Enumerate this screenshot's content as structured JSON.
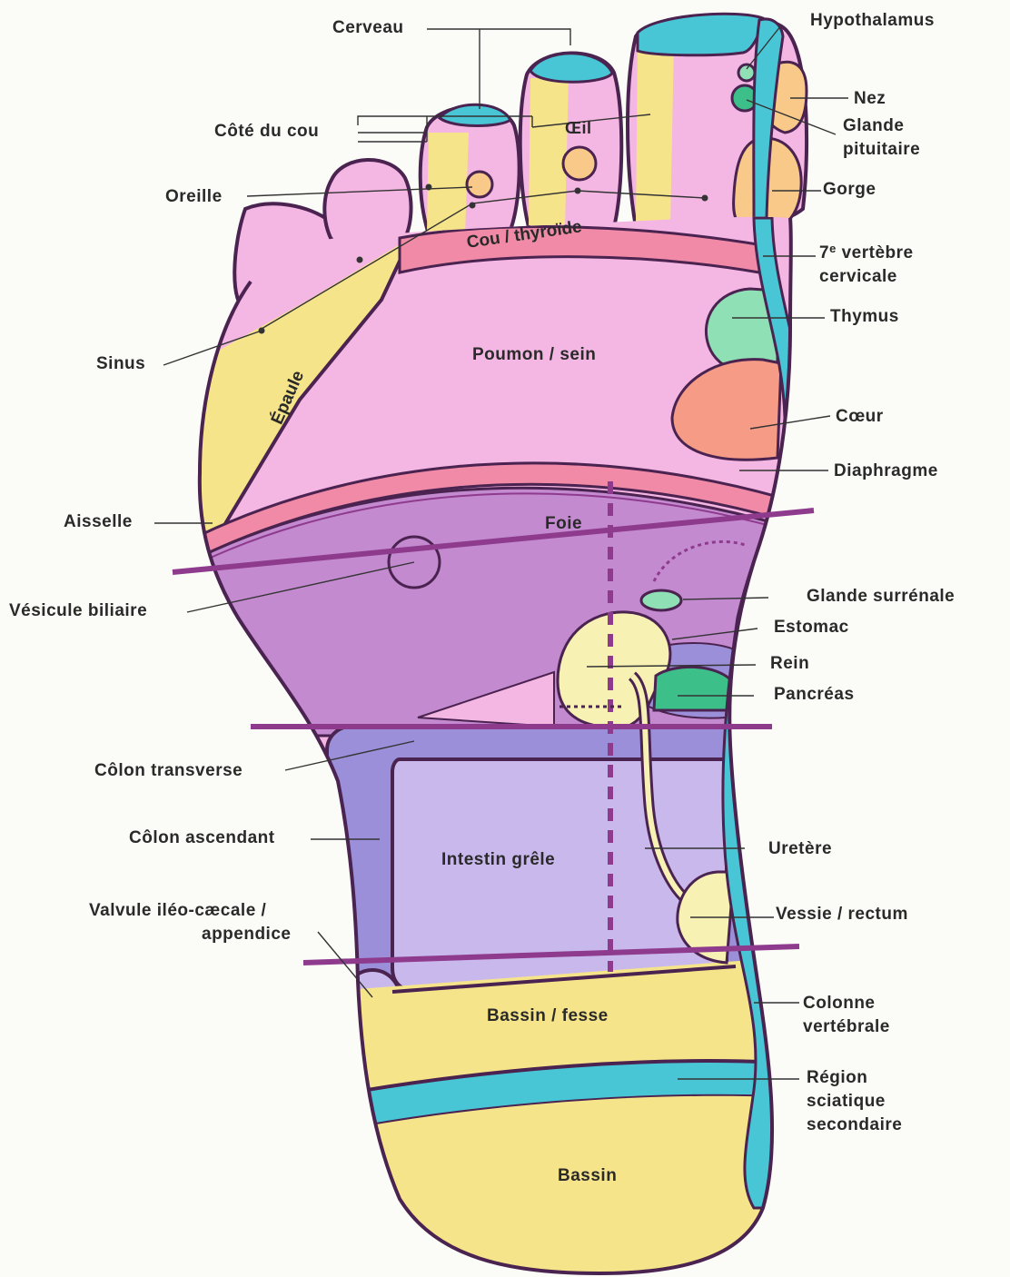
{
  "colors": {
    "pink": "#f4b6e2",
    "yellow": "#f6e48a",
    "cyan": "#49c6d6",
    "magenta_dark": "#8e3b8e",
    "purple": "#c48ad0",
    "lavender": "#c9b8ec",
    "blue_violet": "#9a8fd8",
    "salmon": "#f59b86",
    "green": "#8fe0b4",
    "green_dark": "#3dbf89",
    "peach": "#f8c989",
    "rose": "#f08aa6",
    "cream": "#f8f1b4",
    "outline": "#4a2350"
  },
  "labels": {
    "cerveau": "Cerveau",
    "hypothalamus": "Hypothalamus",
    "nez": "Nez",
    "glande_pituitaire_1": "Glande",
    "glande_pituitaire_2": "pituitaire",
    "gorge": "Gorge",
    "cote_du_cou": "Côté du cou",
    "oeil": "Œil",
    "oreille": "Oreille",
    "cou_thyroide": "Cou / thyroïde",
    "vertebre_num": "7",
    "vertebre_sup": "e",
    "vertebre_1": " vertèbre",
    "vertebre_2": "cervicale",
    "thymus": "Thymus",
    "sinus": "Sinus",
    "poumon_sein": "Poumon / sein",
    "epaule": "Épaule",
    "coeur": "Cœur",
    "diaphragme": "Diaphragme",
    "aisselle": "Aisselle",
    "foie": "Foie",
    "vesicule_biliaire": "Vésicule biliaire",
    "glande_surrenale": "Glande surrénale",
    "estomac": "Estomac",
    "rein": "Rein",
    "pancreas": "Pancréas",
    "colon_transverse": "Côlon transverse",
    "colon_ascendant": "Côlon ascendant",
    "intestin_grele": "Intestin grêle",
    "uretere": "Uretère",
    "valvule_1": "Valvule iléo-cæcale /",
    "valvule_2": "appendice",
    "vessie_rectum": "Vessie / rectum",
    "colonne_1": "Colonne",
    "colonne_2": "vertébrale",
    "bassin_fesse": "Bassin / fesse",
    "sciatique_1": "Région",
    "sciatique_2": "sciatique",
    "sciatique_3": "secondaire",
    "bassin": "Bassin"
  }
}
